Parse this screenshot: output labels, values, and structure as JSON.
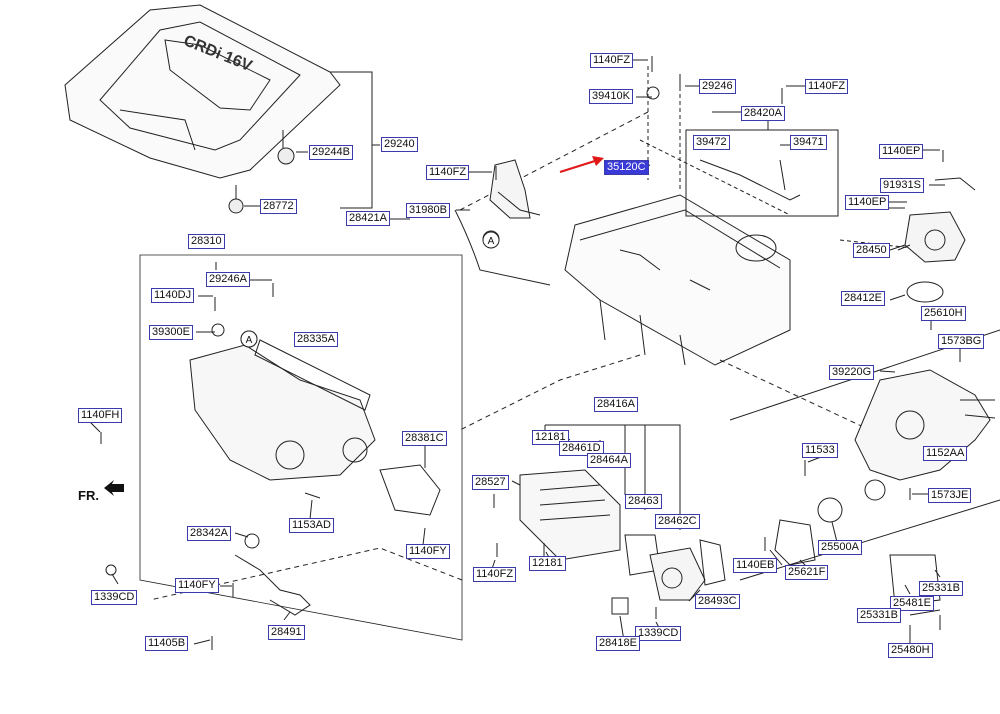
{
  "labels": {
    "p1140FZ_top": "1140FZ",
    "p29246": "29246",
    "p1140FZ_right": "1140FZ",
    "p39410K": "39410K",
    "p28420A": "28420A",
    "p39472": "39472",
    "p39471": "39471",
    "p35120C": "35120C",
    "p1140EP_a": "1140EP",
    "p91931S": "91931S",
    "p1140EP_b": "1140EP",
    "p28450": "28450",
    "p28412E": "28412E",
    "p25610H": "25610H",
    "p1573BG": "1573BG",
    "p39220G": "39220G",
    "p29240": "29240",
    "p29244B": "29244B",
    "p28772": "28772",
    "p1140FZ_mid": "1140FZ",
    "p28421A": "28421A",
    "p31980B": "31980B",
    "p28310": "28310",
    "p29246A": "29246A",
    "p1140DJ": "1140DJ",
    "p39300E": "39300E",
    "p28335A": "28335A",
    "p1140FH": "1140FH",
    "p28381C": "28381C",
    "p1153AD": "1153AD",
    "p28342A": "28342A",
    "p1140FY_a": "1140FY",
    "p1140FY_b": "1140FY",
    "p1339CD_a": "1339CD",
    "p28491": "28491",
    "p11405B": "11405B",
    "p28416A": "28416A",
    "p12181_a": "12181",
    "p28461D": "28461D",
    "p28464A": "28464A",
    "p28527": "28527",
    "p28463": "28463",
    "p28462C": "28462C",
    "p12181_b": "12181",
    "p1140FZ_low": "1140FZ",
    "p28493C": "28493C",
    "p1339CD_b": "1339CD",
    "p28418E": "28418E",
    "p11533": "11533",
    "p1152AA": "1152AA",
    "p1573JE": "1573JE",
    "p25500A": "25500A",
    "p1140EB": "1140EB",
    "p25621F": "25621F",
    "p25331B_a": "25331B",
    "p25481E": "25481E",
    "p25331B_b": "25331B",
    "p25480H": "25480H"
  },
  "callout": "A",
  "front_marker": "FR.",
  "cover_lettering": "CRDi 16V",
  "colors": {
    "line": "#222222",
    "label_border": "#3a3aa8",
    "highlight": "#3a3ad8",
    "arrow": "#e01818"
  }
}
